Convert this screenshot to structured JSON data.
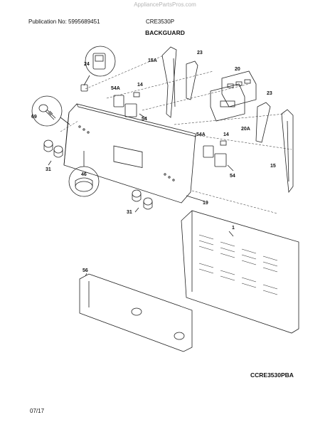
{
  "header": {
    "watermark": "AppliancePartsPros.com",
    "publication": "Publication No: 5995689451",
    "model": "CRE3530P",
    "section_title": "BACKGUARD"
  },
  "footer": {
    "diagram_code": "CCRE3530PBA",
    "date": "07/17"
  },
  "callouts": {
    "p24": "24",
    "p15a": "15A",
    "p23a": "23",
    "p20": "20",
    "p54a_1": "54A",
    "p14_1": "14",
    "p54_1": "54",
    "p69": "69",
    "p31_1": "31",
    "p46": "46",
    "p20a": "20A",
    "p23b": "23",
    "p54a_2": "54A",
    "p14_2": "14",
    "p54_2": "54",
    "p15": "15",
    "p31_2": "31",
    "p19": "19",
    "p1": "1",
    "p56": "56"
  }
}
